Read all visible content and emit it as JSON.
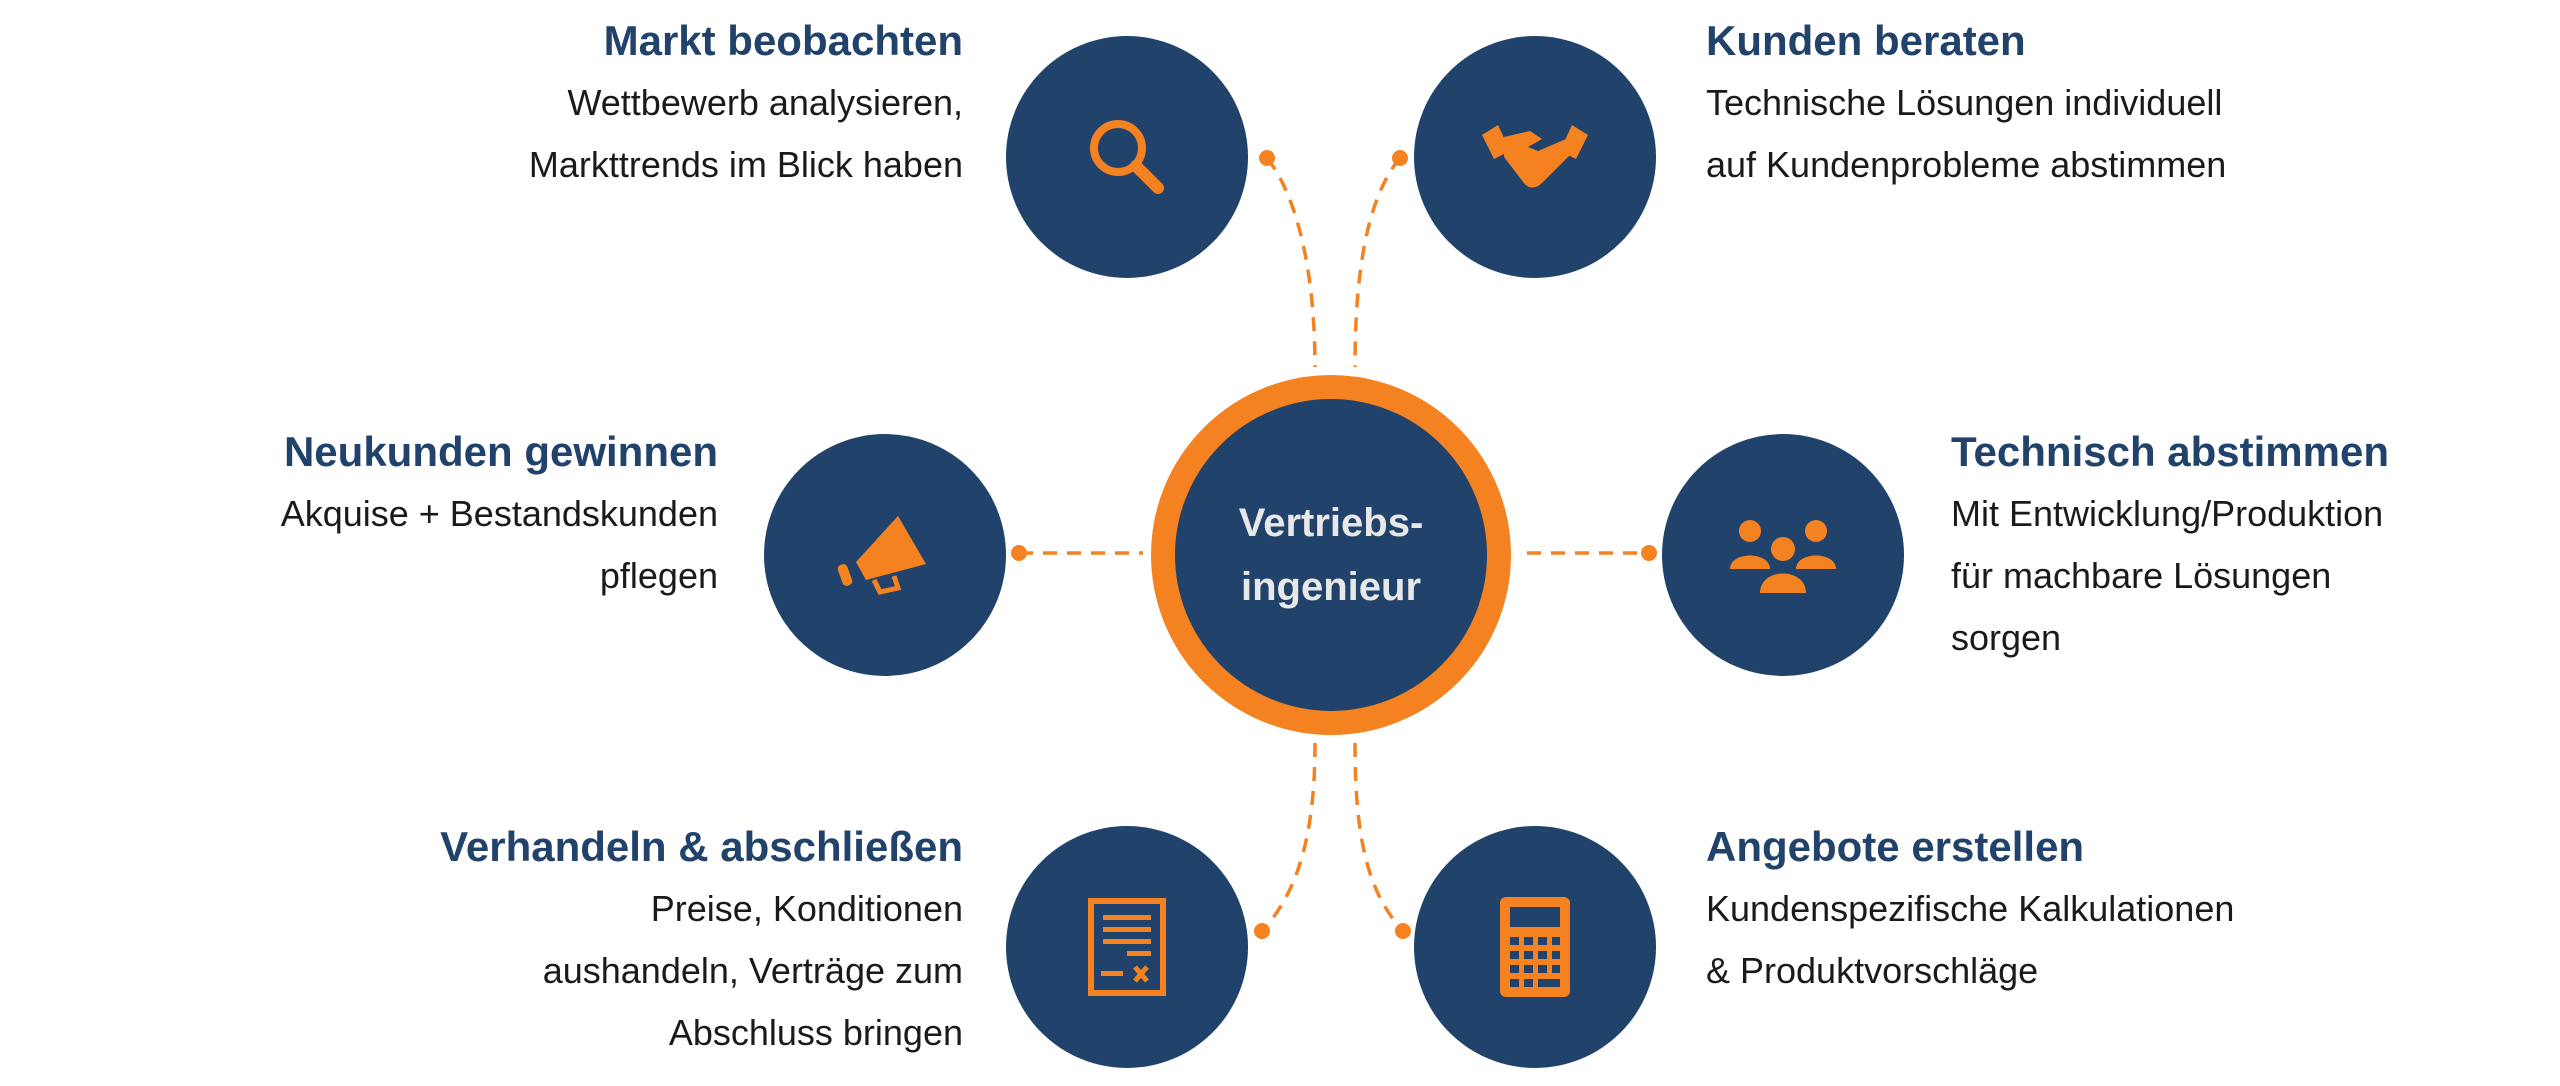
{
  "center": {
    "line1": "Vertriebs-",
    "line2": "ingenieur"
  },
  "colors": {
    "navy": "#21426a",
    "orange": "#f58220"
  },
  "tasks": [
    {
      "title": "Markt beobachten",
      "lines": [
        "Wettbewerb analysieren,",
        "Markttrends im Blick haben"
      ],
      "icon": "magnifier-icon"
    },
    {
      "title": "Kunden beraten",
      "lines": [
        "Technische Lösungen individuell",
        "auf Kundenprobleme abstimmen"
      ],
      "icon": "handshake-icon"
    },
    {
      "title": "Neukunden gewinnen",
      "lines": [
        "Akquise + Bestandskunden",
        "pflegen"
      ],
      "icon": "megaphone-icon"
    },
    {
      "title": "Technisch abstimmen",
      "lines": [
        "Mit Entwicklung/Produktion",
        "für machbare Lösungen",
        "sorgen"
      ],
      "icon": "team-icon"
    },
    {
      "title": "Verhandeln & abschließen",
      "lines": [
        "Preise, Konditionen",
        "aushandeln, Verträge zum",
        "Abschluss bringen"
      ],
      "icon": "contract-icon"
    },
    {
      "title": "Angebote erstellen",
      "lines": [
        "Kundenspezifische Kalkulationen",
        "& Produktvorschläge"
      ],
      "icon": "calculator-icon"
    }
  ]
}
